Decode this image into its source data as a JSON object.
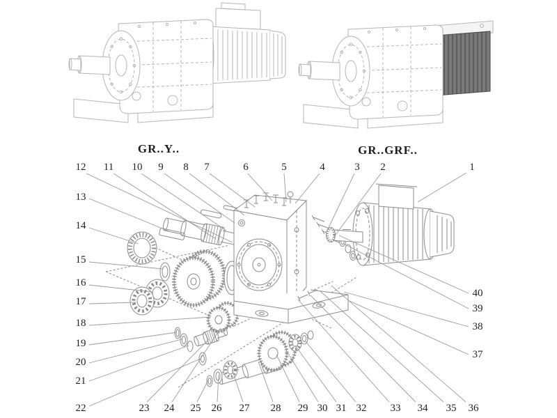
{
  "figure": {
    "type": "exploded-parts-diagram",
    "colors": {
      "background": "#ffffff",
      "line_light": "#b5b5b5",
      "line_dark": "#8a8a8a",
      "leader": "#9a9a9a",
      "text": "#1f1f1f",
      "dark_fill": "#7a7a7a",
      "dark_rib": "#3f3f3f",
      "dark_edge": "#4a4a4a"
    }
  },
  "variants": [
    {
      "label": "GR..Y.."
    },
    {
      "label": "GR..GRF.."
    }
  ],
  "callouts": [
    {
      "n": "1",
      "t": [
        678,
        244
      ],
      "l": [
        670,
        248,
        600,
        290
      ]
    },
    {
      "n": "2",
      "t": [
        550,
        244
      ],
      "l": [
        547,
        249,
        479,
        341
      ]
    },
    {
      "n": "3",
      "t": [
        513,
        244
      ],
      "l": [
        509,
        249,
        469,
        333
      ]
    },
    {
      "n": "4",
      "t": [
        463,
        244
      ],
      "l": [
        459,
        249,
        424,
        292
      ]
    },
    {
      "n": "5",
      "t": [
        408,
        244
      ],
      "l": [
        408,
        249,
        411,
        290
      ]
    },
    {
      "n": "6",
      "t": [
        353,
        244
      ],
      "l": [
        356,
        249,
        391,
        288
      ]
    },
    {
      "n": "7",
      "t": [
        297,
        244
      ],
      "l": [
        301,
        249,
        366,
        297
      ]
    },
    {
      "n": "8",
      "t": [
        267,
        244
      ],
      "l": [
        272,
        249,
        351,
        309
      ]
    },
    {
      "n": "9",
      "t": [
        231,
        244
      ],
      "l": [
        236,
        249,
        337,
        320
      ]
    },
    {
      "n": "10",
      "t": [
        197,
        244
      ],
      "l": [
        203,
        249,
        325,
        331
      ]
    },
    {
      "n": "11",
      "t": [
        156,
        244
      ],
      "l": [
        163,
        249,
        310,
        343
      ]
    },
    {
      "n": "12",
      "t": [
        116,
        244
      ],
      "l": [
        124,
        249,
        334,
        348
      ]
    },
    {
      "n": "13",
      "t": [
        116,
        287
      ],
      "l": [
        128,
        285,
        243,
        332
      ]
    },
    {
      "n": "14",
      "t": [
        116,
        328
      ],
      "l": [
        128,
        327,
        199,
        350
      ]
    },
    {
      "n": "15",
      "t": [
        116,
        377
      ],
      "l": [
        128,
        376,
        234,
        386
      ]
    },
    {
      "n": "16",
      "t": [
        116,
        410
      ],
      "l": [
        128,
        409,
        219,
        419
      ]
    },
    {
      "n": "17",
      "t": [
        116,
        437
      ],
      "l": [
        128,
        436,
        195,
        434
      ]
    },
    {
      "n": "18",
      "t": [
        116,
        468
      ],
      "l": [
        128,
        467,
        303,
        455
      ]
    },
    {
      "n": "19",
      "t": [
        116,
        497
      ],
      "l": [
        128,
        495,
        254,
        477
      ]
    },
    {
      "n": "20",
      "t": [
        116,
        524
      ],
      "l": [
        128,
        521,
        261,
        487
      ]
    },
    {
      "n": "21",
      "t": [
        116,
        551
      ],
      "l": [
        128,
        547,
        271,
        496
      ]
    },
    {
      "n": "22",
      "t": [
        116,
        590
      ],
      "l": [
        128,
        583,
        288,
        515
      ]
    },
    {
      "n": "23",
      "t": [
        207,
        590
      ],
      "l": [
        211,
        577,
        300,
        487
      ]
    },
    {
      "n": "24",
      "t": [
        243,
        590
      ],
      "l": [
        247,
        577,
        317,
        471
      ]
    },
    {
      "n": "25",
      "t": [
        281,
        590
      ],
      "l": [
        283,
        577,
        300,
        544
      ]
    },
    {
      "n": "26",
      "t": [
        311,
        590
      ],
      "l": [
        312,
        577,
        314,
        538
      ]
    },
    {
      "n": "27",
      "t": [
        351,
        590
      ],
      "l": [
        349,
        577,
        333,
        530
      ]
    },
    {
      "n": "28",
      "t": [
        396,
        590
      ],
      "l": [
        392,
        577,
        371,
        519
      ]
    },
    {
      "n": "29",
      "t": [
        435,
        590
      ],
      "l": [
        430,
        577,
        397,
        509
      ]
    },
    {
      "n": "30",
      "t": [
        463,
        590
      ],
      "l": [
        457,
        577,
        411,
        503
      ]
    },
    {
      "n": "31",
      "t": [
        490,
        590
      ],
      "l": [
        483,
        577,
        424,
        496
      ]
    },
    {
      "n": "32",
      "t": [
        519,
        590
      ],
      "l": [
        511,
        577,
        438,
        489
      ]
    },
    {
      "n": "33",
      "t": [
        568,
        590
      ],
      "l": [
        559,
        577,
        428,
        430
      ]
    },
    {
      "n": "34",
      "t": [
        607,
        590
      ],
      "l": [
        597,
        577,
        446,
        424
      ]
    },
    {
      "n": "35",
      "t": [
        648,
        590
      ],
      "l": [
        637,
        577,
        460,
        418
      ]
    },
    {
      "n": "36",
      "t": [
        680,
        590
      ],
      "l": [
        669,
        577,
        476,
        410
      ]
    },
    {
      "n": "37",
      "t": [
        686,
        513
      ],
      "l": [
        673,
        509,
        502,
        432
      ]
    },
    {
      "n": "38",
      "t": [
        686,
        473
      ],
      "l": [
        673,
        469,
        494,
        419
      ]
    },
    {
      "n": "39",
      "t": [
        686,
        447
      ],
      "l": [
        673,
        443,
        494,
        350
      ]
    },
    {
      "n": "40",
      "t": [
        686,
        425
      ],
      "l": [
        673,
        421,
        487,
        338
      ]
    }
  ]
}
